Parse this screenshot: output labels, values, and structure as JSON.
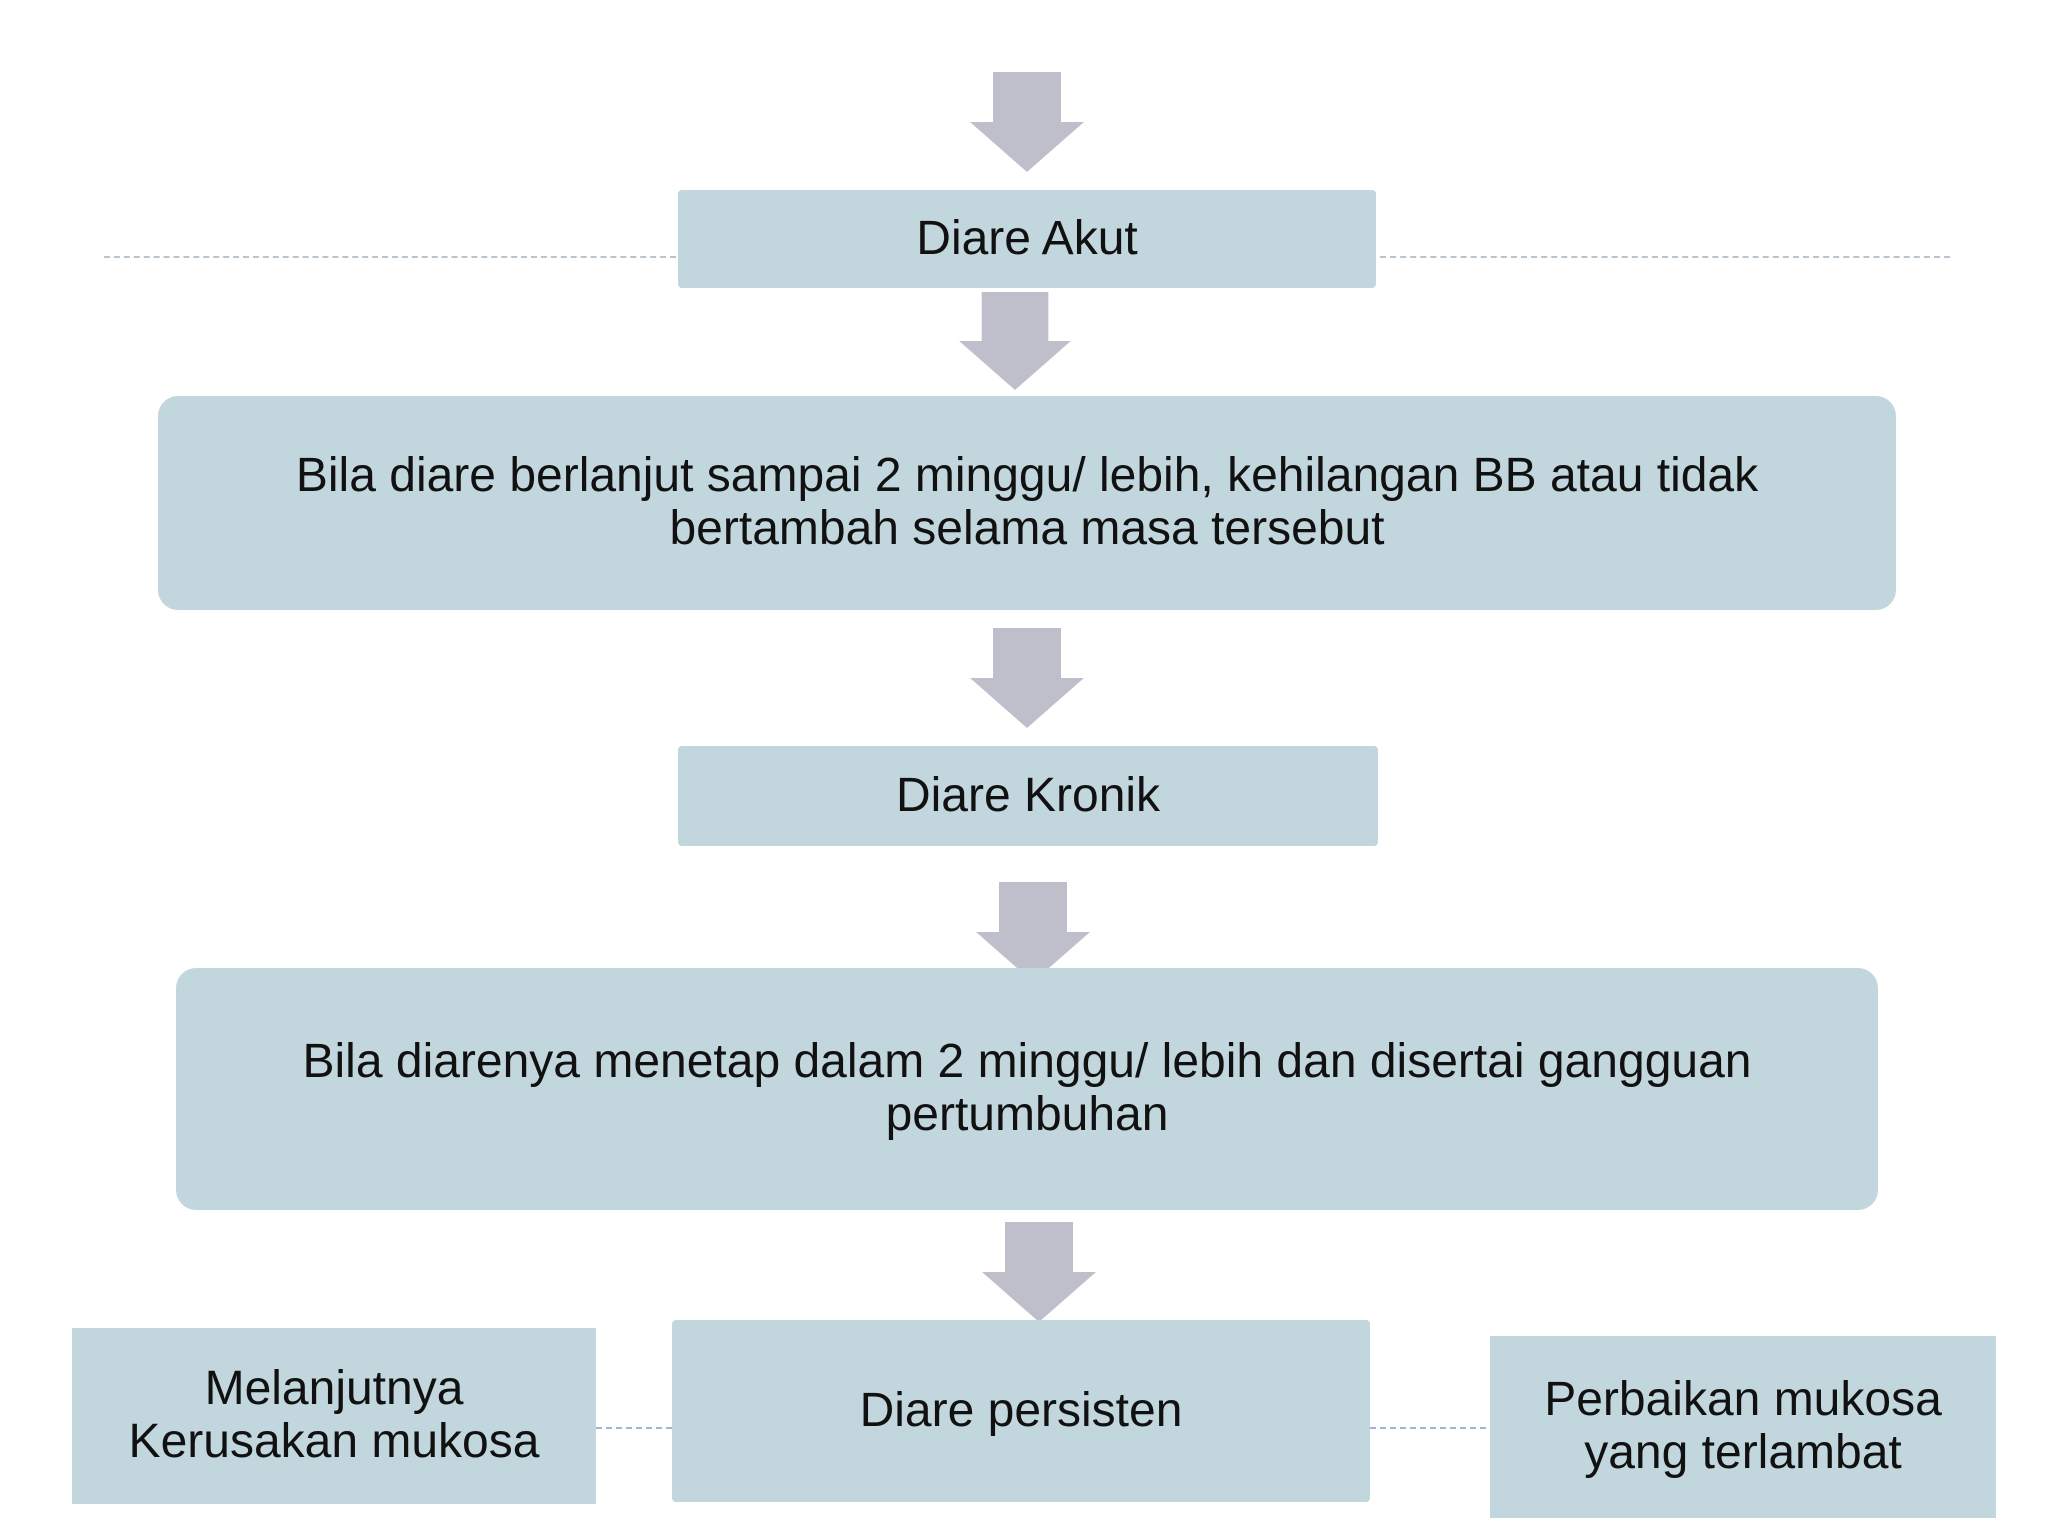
{
  "diagram": {
    "nodes": {
      "diare_akut": "Diare Akut",
      "condition_1": "Bila diare berlanjut sampai 2 minggu/ lebih, kehilangan BB atau tidak bertambah selama masa tersebut",
      "diare_kronik": "Diare Kronik",
      "condition_2": "Bila diarenya menetap dalam 2 minggu/ lebih dan disertai gangguan pertumbuhan",
      "diare_persisten": "Diare persisten",
      "melanjutnya": "Melanjutnya Kerusakan mukosa",
      "perbaikan": "Perbaikan mukosa yang terlambat"
    },
    "colors": {
      "box_fill": "#c2d6de",
      "arrow_fill": "#bfbfcb",
      "text": "#111111",
      "dash_line": "#b8c4ce"
    },
    "icons": [
      "down-arrow-icon"
    ]
  }
}
